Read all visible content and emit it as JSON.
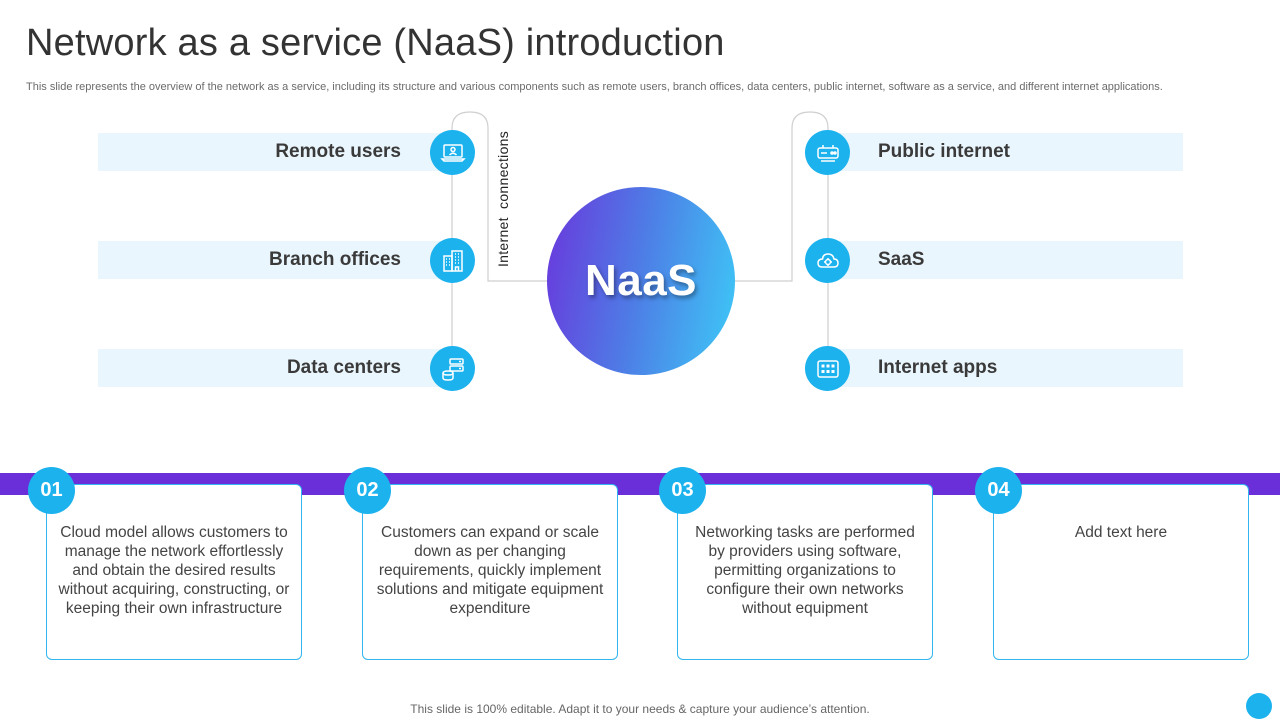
{
  "title": "Network as a service (NaaS) introduction",
  "subtitle": "This slide represents the overview of the network as a service, including its structure and various components such as remote users, branch offices, data centers, public internet, software as a service, and different internet applications.",
  "center": {
    "label": "NaaS",
    "connector_label": "Internet  connections"
  },
  "left_items": [
    {
      "label": "Remote users",
      "icon": "laptop-user-icon"
    },
    {
      "label": "Branch offices",
      "icon": "building-icon"
    },
    {
      "label": "Data centers",
      "icon": "server-stack-icon"
    }
  ],
  "right_items": [
    {
      "label": "Public internet",
      "icon": "router-icon"
    },
    {
      "label": "SaaS",
      "icon": "cloud-gear-icon"
    },
    {
      "label": "Internet apps",
      "icon": "app-grid-icon"
    }
  ],
  "cards": [
    {
      "number": "01",
      "text": "Cloud model allows customers to manage the network effortlessly and obtain the desired results without acquiring, constructing, or keeping their own infrastructure"
    },
    {
      "number": "02",
      "text": "Customers can expand or scale down as per changing requirements, quickly implement solutions and mitigate equipment expenditure"
    },
    {
      "number": "03",
      "text": "Networking tasks are performed by providers using software, permitting organizations to configure their own networks without equipment"
    },
    {
      "number": "04",
      "text": "Add text here"
    }
  ],
  "footer": "This slide is 100% editable. Adapt it to your needs & capture your audience’s attention.",
  "colors": {
    "accent_blue": "#1bb2ee",
    "band_purple": "#6a2fd8",
    "bar_bg": "#eaf6fd",
    "gradient_start": "#6a36dc",
    "gradient_end": "#3dcaf7"
  }
}
